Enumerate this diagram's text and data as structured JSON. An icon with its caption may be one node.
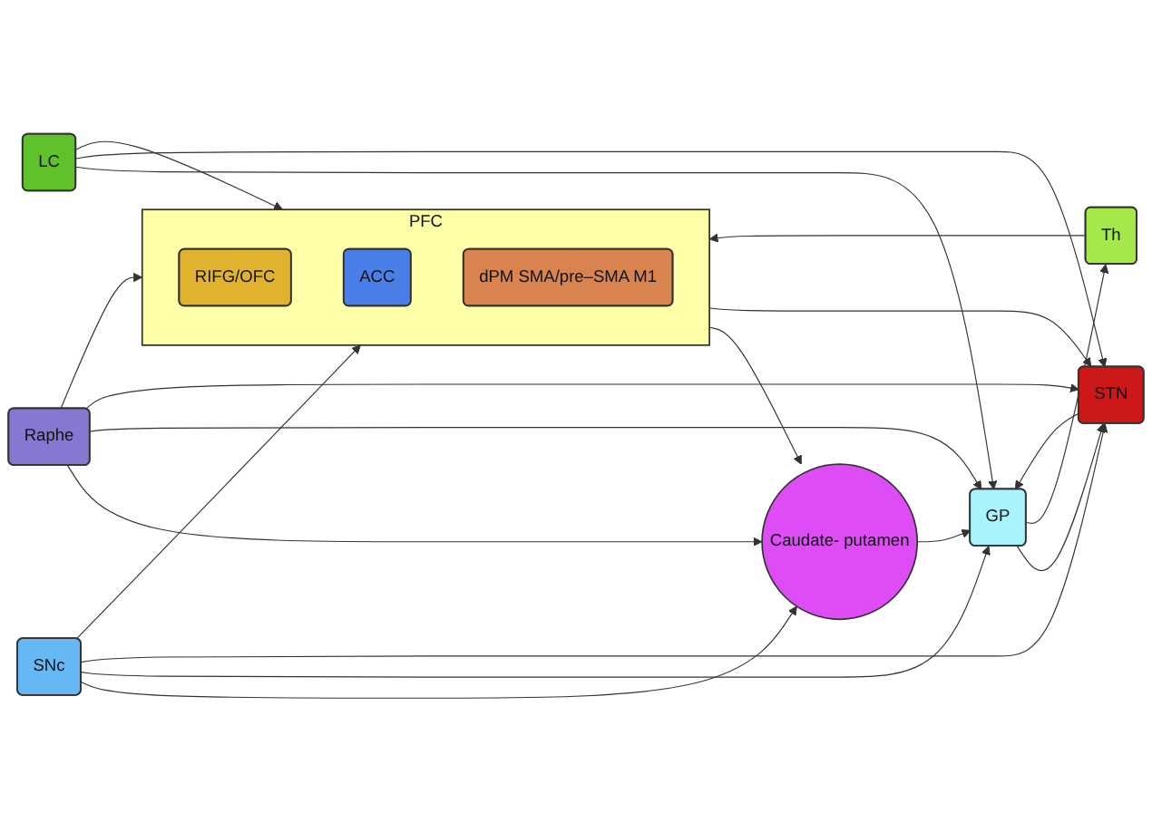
{
  "diagram": {
    "nodes": [
      {
        "text": [
          "SNc"
        ]
      },
      {
        "text": [
          "Caudate- putamen"
        ]
      },
      {
        "text": [
          "PFC"
        ]
      },
      {
        "text": [
          "RIFG/OFC"
        ],
        "in": 2
      },
      {
        "text": [
          "ACC"
        ],
        "in": 2
      },
      {
        "text": [
          "dPM SMA/pre–SMA M1"
        ],
        "in": 2
      },
      {
        "text": [
          "Raphe"
        ]
      },
      {
        "text": [
          "GP"
        ]
      },
      {
        "text": [
          "Th"
        ]
      },
      {
        "text": [
          "LC"
        ]
      },
      {
        "text": [
          "STN"
        ]
      }
    ],
    "edges": [
      {
        "from": 0,
        "to": 2,
        "arrow": "to"
      },
      {
        "from": 0,
        "to": 1,
        "arrow": "to"
      },
      {
        "from": 0,
        "to": 7,
        "arrow": "to"
      },
      {
        "from": 0,
        "to": 10,
        "arrow": "to"
      },
      {
        "from": 6,
        "to": 1,
        "arrow": "to"
      },
      {
        "from": 6,
        "to": 7,
        "arrow": "to"
      },
      {
        "from": 6,
        "to": 10,
        "arrow": "to"
      },
      {
        "from": 6,
        "to": 2,
        "arrow": "to"
      },
      {
        "from": 9,
        "to": 7,
        "arrow": "to"
      },
      {
        "from": 9,
        "to": 10,
        "arrow": "to"
      },
      {
        "from": 9,
        "to": 2,
        "arrow": "to"
      },
      {
        "from": 2,
        "to": 1,
        "arrow": "to"
      },
      {
        "from": 1,
        "to": 7,
        "arrow": "to"
      },
      {
        "from": 7,
        "to": 10,
        "arrow": "to"
      },
      {
        "from": 10,
        "to": 7,
        "arrow": "to"
      },
      {
        "from": 7,
        "to": 8,
        "arrow": "to"
      },
      {
        "from": 8,
        "to": 2,
        "arrow": "to"
      },
      {
        "from": 2,
        "to": 10,
        "arrow": "to"
      }
    ]
  }
}
